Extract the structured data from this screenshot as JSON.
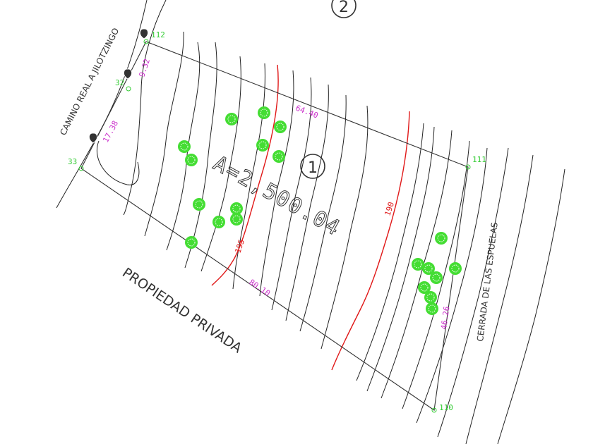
{
  "colors": {
    "background": "#ffffff",
    "boundary": "#333333",
    "contour": "#222222",
    "contour_index": "#e01818",
    "vertex_label": "#33cc33",
    "dimension": "#cc33cc",
    "tree": "#44dd33",
    "text": "#333333"
  },
  "plan": {
    "lot_number": "1",
    "adjacent_lot_number": "2",
    "area_label": "A=2,500.04",
    "street_northwest": "CAMINO REAL A JILOTZINGO",
    "street_east": "CERRADA DE LAS ESPUELAS",
    "neighbor_southwest": "PROPIEDAD PRIVADA",
    "vertices": [
      {
        "id": "112",
        "label": "112"
      },
      {
        "id": "32",
        "label": "32"
      },
      {
        "id": "33",
        "label": "33"
      },
      {
        "id": "110",
        "label": "110"
      },
      {
        "id": "111",
        "label": "111"
      }
    ],
    "dimensions": {
      "north": "64.40",
      "east": "46.26",
      "south": "80.10",
      "northwest_upper": "9.32",
      "northwest_lower": "17.38"
    },
    "contour_labels": [
      "195",
      "190"
    ],
    "trees": {
      "count": 20
    },
    "poles": {
      "count": 3
    }
  }
}
